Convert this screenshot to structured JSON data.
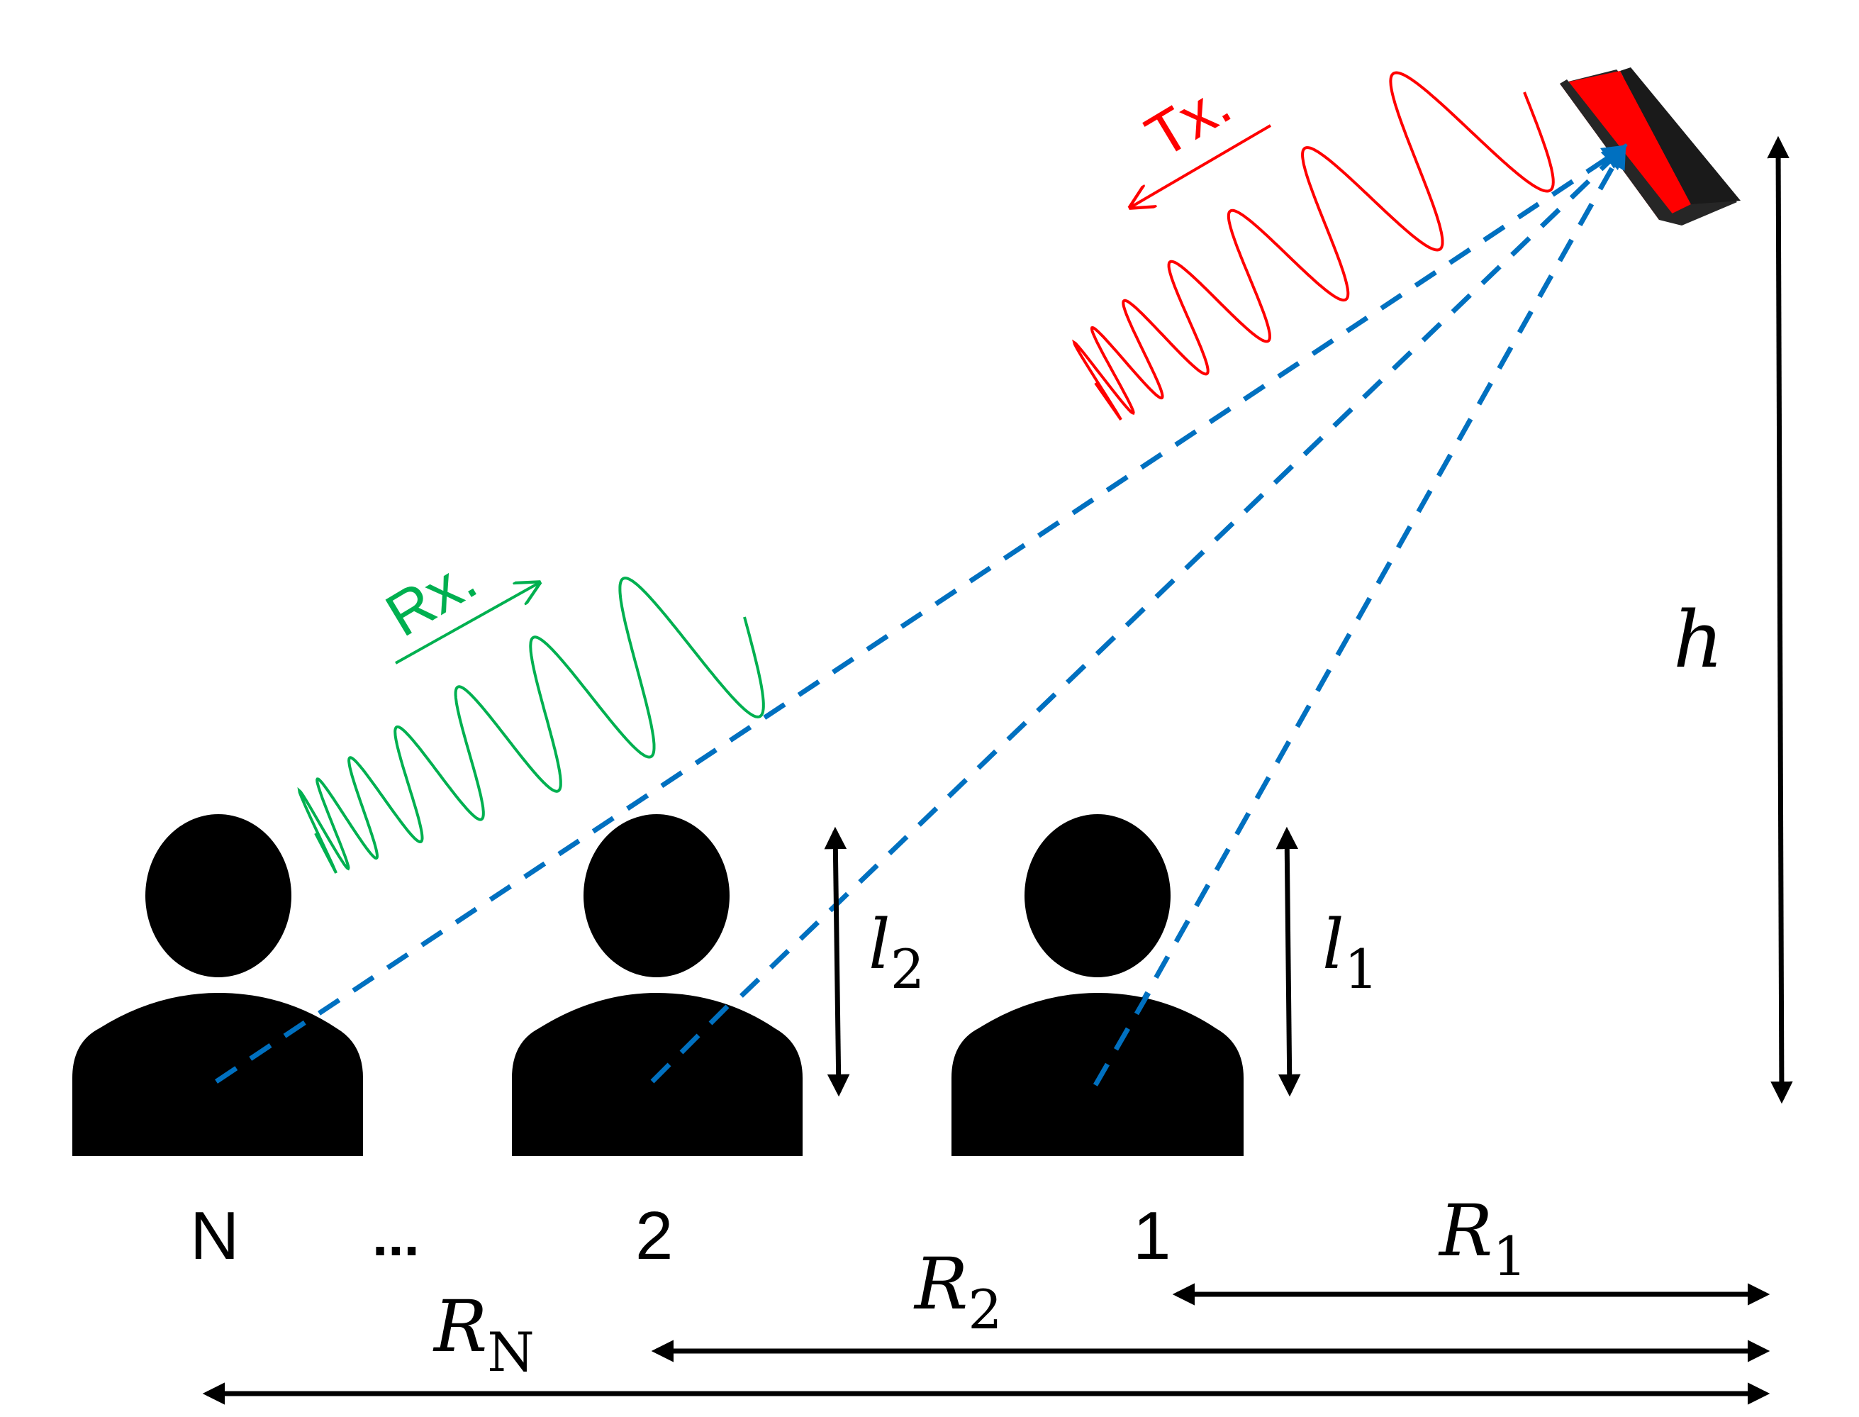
{
  "colors": {
    "tx": "#ff0000",
    "rx": "#00b050",
    "path": "#0070c0",
    "arrow": "#000000",
    "device_body": "#ff0000",
    "device_edge": "#262626"
  },
  "icons": {
    "radar": "radar-device-icon",
    "person": "person-silhouette-icon"
  },
  "labels": {
    "tx": "Tx.",
    "rx": "Rx.",
    "height": "h",
    "person_n": "N",
    "ellipsis": "...",
    "person_2": "2",
    "person_1": "1"
  },
  "heights": {
    "l1": {
      "sym": "l",
      "sub": "1"
    },
    "l2": {
      "sym": "l",
      "sub": "2"
    }
  },
  "ranges": {
    "r1": {
      "sym": "R",
      "sub": "1"
    },
    "r2": {
      "sym": "R",
      "sub": "2"
    },
    "rn": {
      "sym": "R",
      "sub": "N"
    }
  }
}
